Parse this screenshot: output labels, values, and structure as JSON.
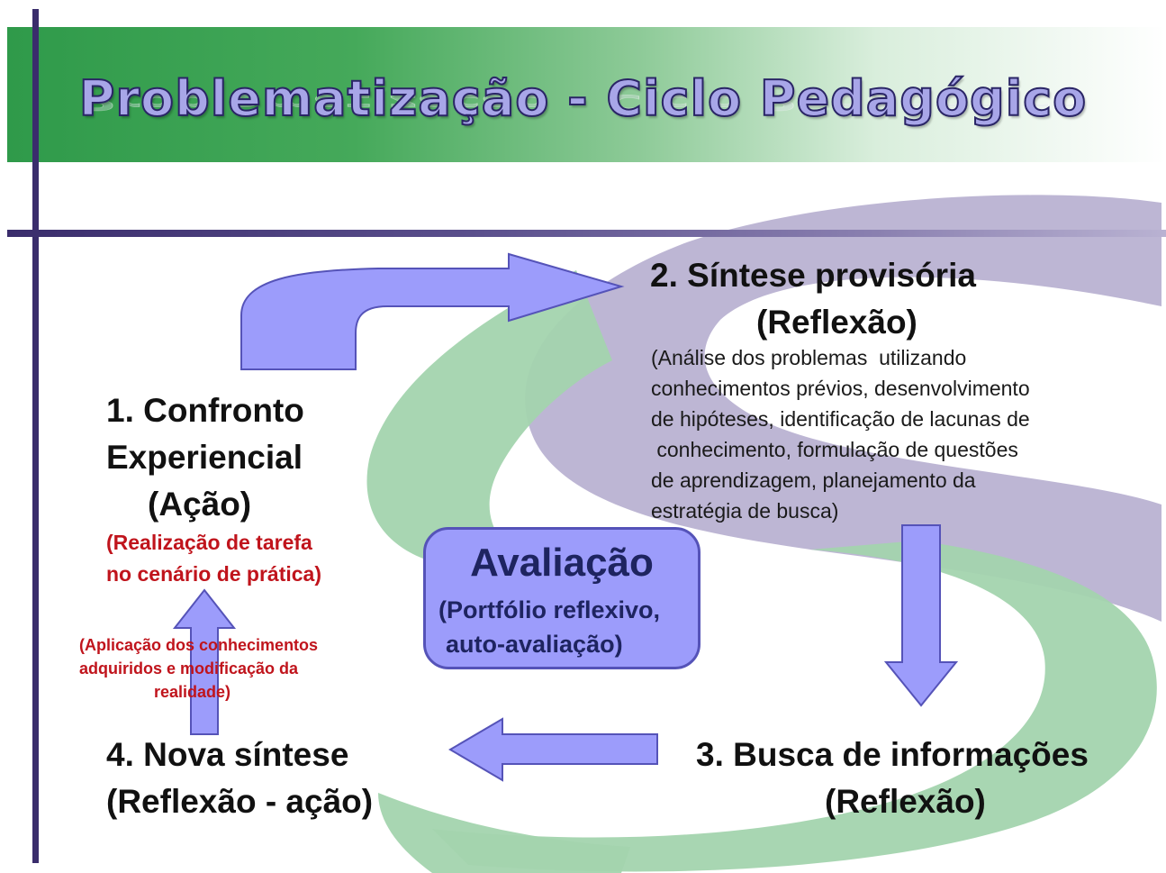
{
  "title": "Problematização - Ciclo Pedagógico",
  "colors": {
    "title_band_green": "#2f9a4a",
    "accent_purple": "#3a2d6c",
    "arrow_fill": "#9c9cfb",
    "arrow_stroke": "#5553b8",
    "s_purple": "#b9b2d2",
    "s_green": "#a3d4ae",
    "red_text": "#c0141c"
  },
  "steps": {
    "step1": {
      "line1": "1. Confronto",
      "line2": "Experiencial",
      "line3": "(Ação)",
      "note1": "(Realização de tarefa",
      "note2": "no cenário de prática)"
    },
    "step2": {
      "line1": "2. Síntese provisória",
      "line2": "(Reflexão)",
      "desc": [
        "(Análise dos problemas  utilizando",
        "conhecimentos prévios, desenvolvimento",
        "de hipóteses, identificação de lacunas de",
        " conhecimento, formulação de questões",
        "de aprendizagem, planejamento da",
        "estratégia de busca)"
      ]
    },
    "step3": {
      "line1": "3. Busca de informações",
      "line2": "(Reflexão)"
    },
    "step4": {
      "line1": "4. Nova síntese",
      "line2": "(Reflexão - ação)",
      "note1": "(Aplicação dos conhecimentos",
      "note2": "adquiridos e modificação da",
      "note3": "realidade)"
    }
  },
  "evaluation": {
    "title": "Avaliação",
    "line1": "(Portfólio reflexivo,",
    "line2": "auto-avaliação)"
  }
}
